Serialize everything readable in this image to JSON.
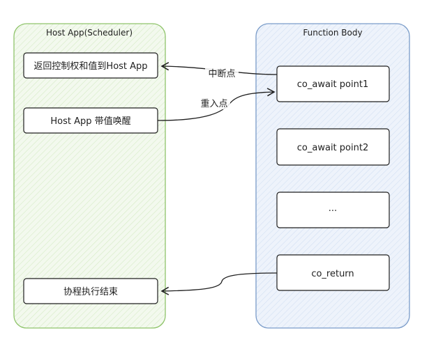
{
  "diagram": {
    "left_panel": {
      "title": "Host App(Scheduler)",
      "boxes": [
        "返回控制权和值到Host App",
        "Host App 带值唤醒",
        "协程执行结束"
      ],
      "fill_color": "#ebf5e4",
      "stroke_color": "#8fc46b"
    },
    "right_panel": {
      "title": "Function Body",
      "boxes": [
        "co_await point1",
        "co_await point2",
        "...",
        "co_return"
      ],
      "fill_color": "#e6eefa",
      "stroke_color": "#7a9cc9"
    },
    "arrows": {
      "suspend_label": "中断点",
      "resume_label": "重入点"
    }
  }
}
